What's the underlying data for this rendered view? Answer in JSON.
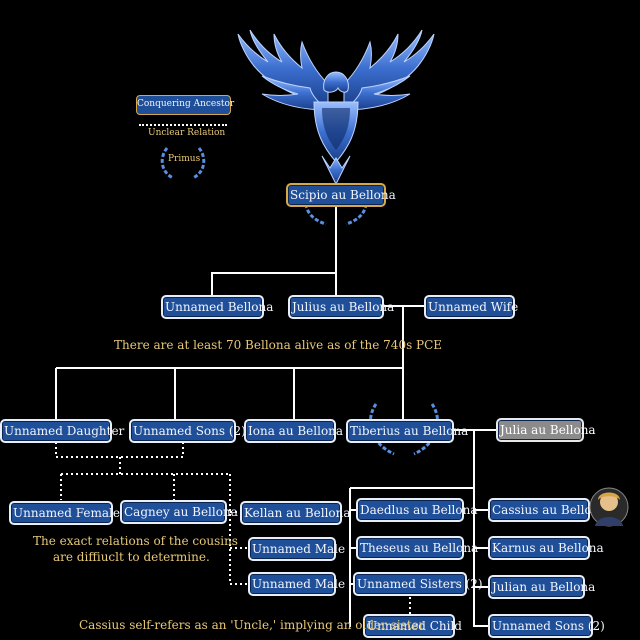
{
  "legend": {
    "ancestor_label": "Conquering Ancestor",
    "unclear_label": "Unclear Relation",
    "primus_label": "Primus"
  },
  "emblem": {
    "icon": "eagle-icon"
  },
  "nodes": {
    "scipio": "Scipio au Bellona",
    "unnamed_bellona": "Unnamed Bellona",
    "julius": "Julius au Bellona",
    "unnamed_wife": "Unnamed Wife",
    "unnamed_daughter": "Unnamed Daughter",
    "unnamed_sons_2_a": "Unnamed Sons (2)",
    "iona": "Iona au Bellona",
    "tiberius": "Tiberius au Bellona",
    "julia": "Julia au Bellona",
    "unnamed_female": "Unnamed Female",
    "cagney": "Cagney au Bellona",
    "kellan": "Kellan au Bellona",
    "unnamed_male_1": "Unnamed Male",
    "unnamed_male_2": "Unnamed Male",
    "daedlus": "Daedlus au Bellona",
    "theseus": "Theseus au Bellona",
    "unnamed_sisters": "Unnamed Sisters (2)",
    "unnamed_child": "Unnamed Child",
    "cassius": "Cassius au Bellona",
    "karnus": "Karnus au Bellona",
    "julian": "Julian au Bellona",
    "unnamed_sons_2_b": "Unnamed Sons (2)"
  },
  "notes": {
    "population": "There are at least 70 Bellona alive as of the 740s PCE",
    "cousins_line1": "The exact relations of the cousins",
    "cousins_line2": "are diffiuclt to determine.",
    "cassius": "Cassius self-refers as an 'Uncle,' implying an older sister"
  },
  "colors": {
    "node_fill": "#1f4f99",
    "ancestor_border": "#d7a84a",
    "note_text": "#e8c978",
    "julia_fill": "#8b8b8b"
  }
}
